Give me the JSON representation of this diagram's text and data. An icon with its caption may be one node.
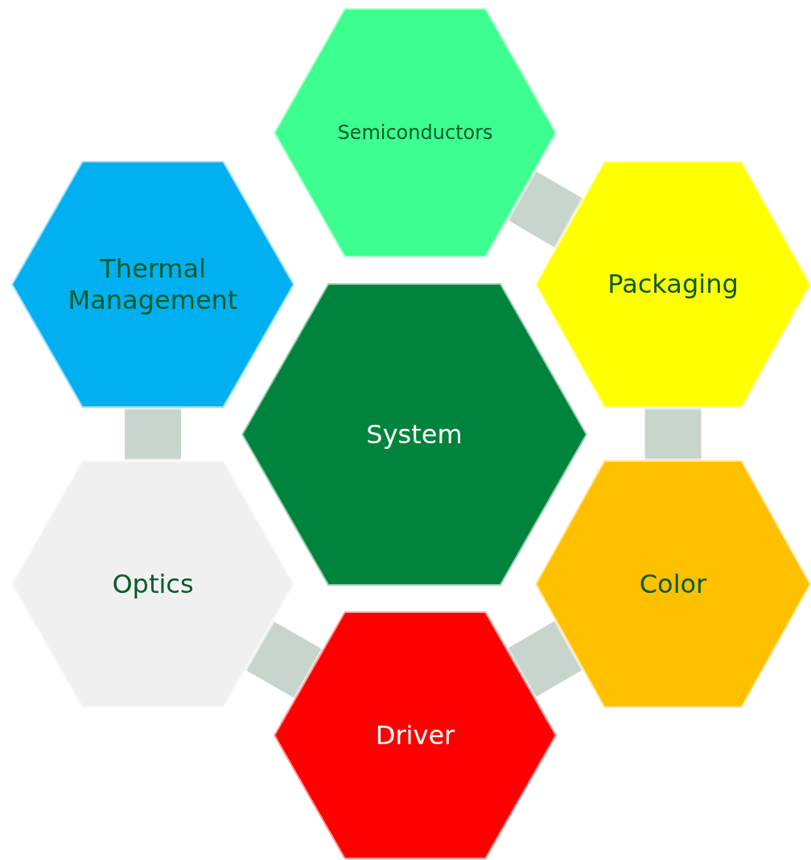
{
  "diagram": {
    "nodes": [
      {
        "text": [
          "Semiconductors"
        ]
      },
      {
        "text": [
          "Thermal Management"
        ]
      },
      {
        "text": [
          "Packaging"
        ]
      },
      {
        "text": [
          "System"
        ]
      },
      {
        "text": [
          "Optics"
        ]
      },
      {
        "text": [
          "Color"
        ]
      },
      {
        "text": [
          "Driver"
        ]
      }
    ],
    "edges": [
      {
        "from": 0,
        "to": 2,
        "arrow": "none"
      },
      {
        "from": 2,
        "to": 5,
        "arrow": "none"
      },
      {
        "from": 5,
        "to": 6,
        "arrow": "none"
      },
      {
        "from": 6,
        "to": 4,
        "arrow": "none"
      },
      {
        "from": 4,
        "to": 1,
        "arrow": "none"
      }
    ]
  }
}
